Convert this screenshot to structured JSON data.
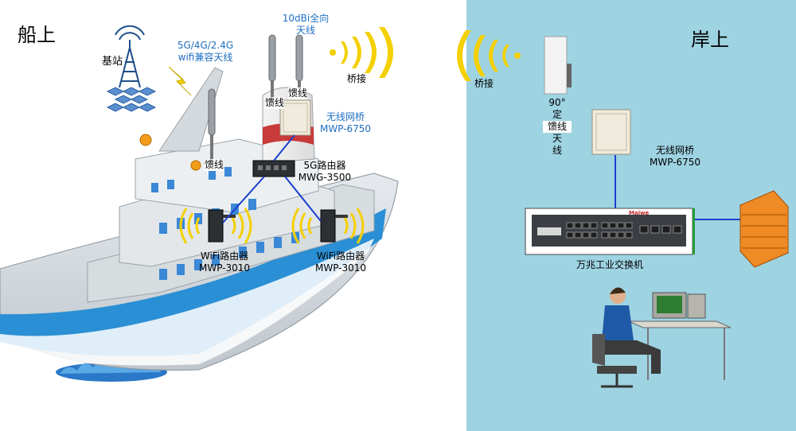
{
  "regions": {
    "ship": "船上",
    "shore": "岸上"
  },
  "labels": {
    "base_station": "基站",
    "antenna_5g_line1": "5G/4G/2.4G",
    "antenna_5g_line2": "wifi兼容天线",
    "omni_line1": "10dBi全向",
    "omni_line2": "天线",
    "bridge_link_ship": "桥接",
    "bridge_link_shore": "桥接",
    "feeder_1": "馈线",
    "feeder_2": "馈线",
    "feeder_3": "馈线",
    "ship_bridge_name": "无线网桥",
    "ship_bridge_model": "MWP-6750",
    "router_5g_name": "5G路由器",
    "router_5g_model": "MWG-3500",
    "wifi_router_1_name": "WiFi路由器",
    "wifi_router_1_model": "MWP-3010",
    "wifi_router_2_name": "WiFi路由器",
    "wifi_router_2_model": "MWP-3010",
    "shore_antenna_angle": "90°",
    "shore_antenna_1": "定",
    "shore_antenna_feeder": "馈线",
    "shore_antenna_2": "天",
    "shore_antenna_3": "线",
    "shore_bridge_name": "无线网桥",
    "shore_bridge_model": "MWP-6750",
    "switch_name": "万兆工业交换机",
    "switch_brand": "Maiwe"
  },
  "colors": {
    "shore_bg": "#9ed3e2",
    "label_blue": "#1e6fc0",
    "link_blue": "#1a3fcc",
    "wave_yellow": "#f4d000",
    "hull_blue": "#2a8fd4",
    "firewall": "#f08a24"
  }
}
